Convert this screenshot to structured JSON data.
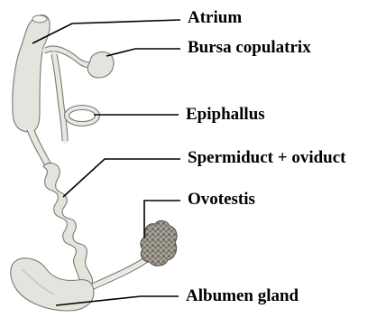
{
  "labels": {
    "atrium": "Atrium",
    "bursa": "Bursa copulatrix",
    "epiphallus": "Epiphallus",
    "spermiduct": "Spermiduct + oviduct",
    "ovotestis": "Ovotestis",
    "albumen": "Albumen gland"
  },
  "colors": {
    "organ_fill": "#e4e4de",
    "ovotestis_fill": "#8a857c",
    "outline": "#7a7a72",
    "leader": "#000000"
  }
}
